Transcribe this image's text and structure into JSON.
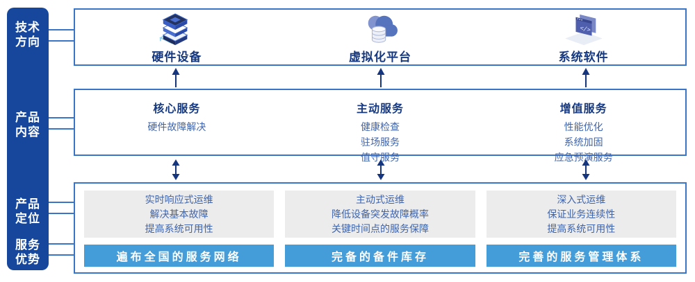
{
  "colors": {
    "sidebar_bg": "#16479d",
    "frame_border": "#3a74c8",
    "heading_text": "#16387f",
    "body_text": "#3f64ab",
    "gray_box_bg": "#ececec",
    "blue_bar_bg": "#449dd8",
    "arrow": "#16357f"
  },
  "sidebar": {
    "items": [
      {
        "label": "技术\n方向"
      },
      {
        "label": "产品\n内容"
      },
      {
        "label": "产品\n定位"
      },
      {
        "label": "服务\n优势"
      }
    ]
  },
  "tech_row": {
    "items": [
      {
        "icon": "server-stack-icon",
        "label": "硬件设备"
      },
      {
        "icon": "cloud-database-icon",
        "label": "虚拟化平台"
      },
      {
        "icon": "code-window-icon",
        "label": "系统软件"
      }
    ]
  },
  "services_row": {
    "items": [
      {
        "title": "核心服务",
        "items": [
          "硬件故障解决"
        ]
      },
      {
        "title": "主动服务",
        "items": [
          "健康检查",
          "驻场服务",
          "值守服务"
        ]
      },
      {
        "title": "增值服务",
        "items": [
          "性能优化",
          "系统加固",
          "应急预演服务"
        ]
      }
    ]
  },
  "positioning_row": {
    "items": [
      {
        "lines": [
          "实时响应式运维",
          "解决基本故障",
          "提高系统可用性"
        ],
        "bar": "遍布全国的服务网络"
      },
      {
        "lines": [
          "主动式运维",
          "降低设备突发故障概率",
          "关键时间点的服务保障"
        ],
        "bar": "完备的备件库存"
      },
      {
        "lines": [
          "深入式运维",
          "保证业务连续性",
          "提高系统可用性"
        ],
        "bar": "完善的服务管理体系"
      }
    ]
  }
}
